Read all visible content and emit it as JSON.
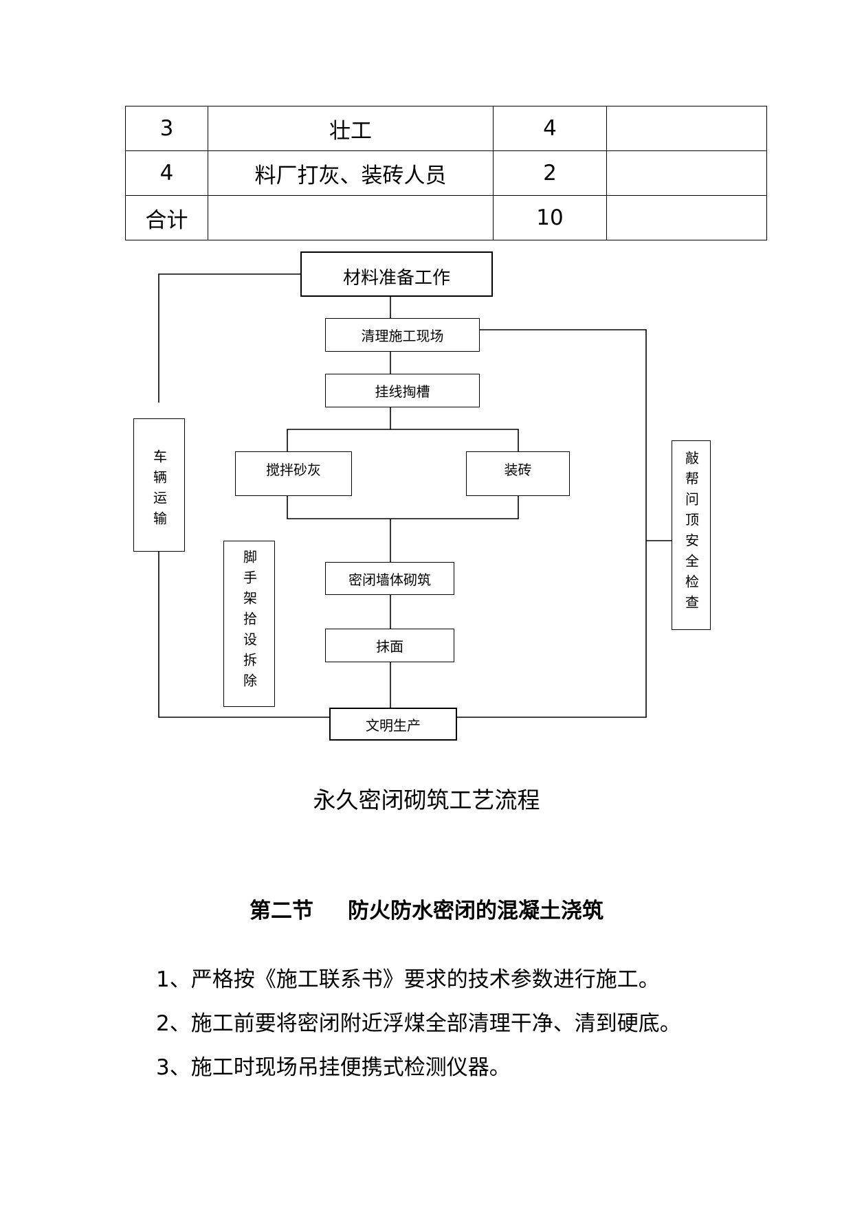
{
  "table": {
    "rows": [
      [
        "3",
        "壮工",
        "4",
        ""
      ],
      [
        "4",
        "料厂打灰、装砖人员",
        "2",
        ""
      ],
      [
        "合计",
        "",
        "10",
        ""
      ]
    ]
  },
  "flowchart": {
    "materials": "材料准备工作",
    "clean_site": "清理施工现场",
    "hang_line": "挂线掏槽",
    "mix_mortar": "搅拌砂灰",
    "load_bricks": "装砖",
    "wall_build": "密闭墙体砌筑",
    "plaster": "抹面",
    "civilized": "文明生产",
    "vehicle": "车辆运输",
    "scaffold": "脚手架拾设拆除",
    "safety": "敲帮问顶安全检查"
  },
  "caption": "永久密闭砌筑工艺流程",
  "section": {
    "number": "第二节",
    "title": "防火防水密闭的混凝土浇筑"
  },
  "paragraphs": [
    "1、严格按《施工联系书》要求的技术参数进行施工。",
    "2、施工前要将密闭附近浮煤全部清理干净、清到硬底。",
    "3、施工时现场吊挂便携式检测仪器。"
  ]
}
